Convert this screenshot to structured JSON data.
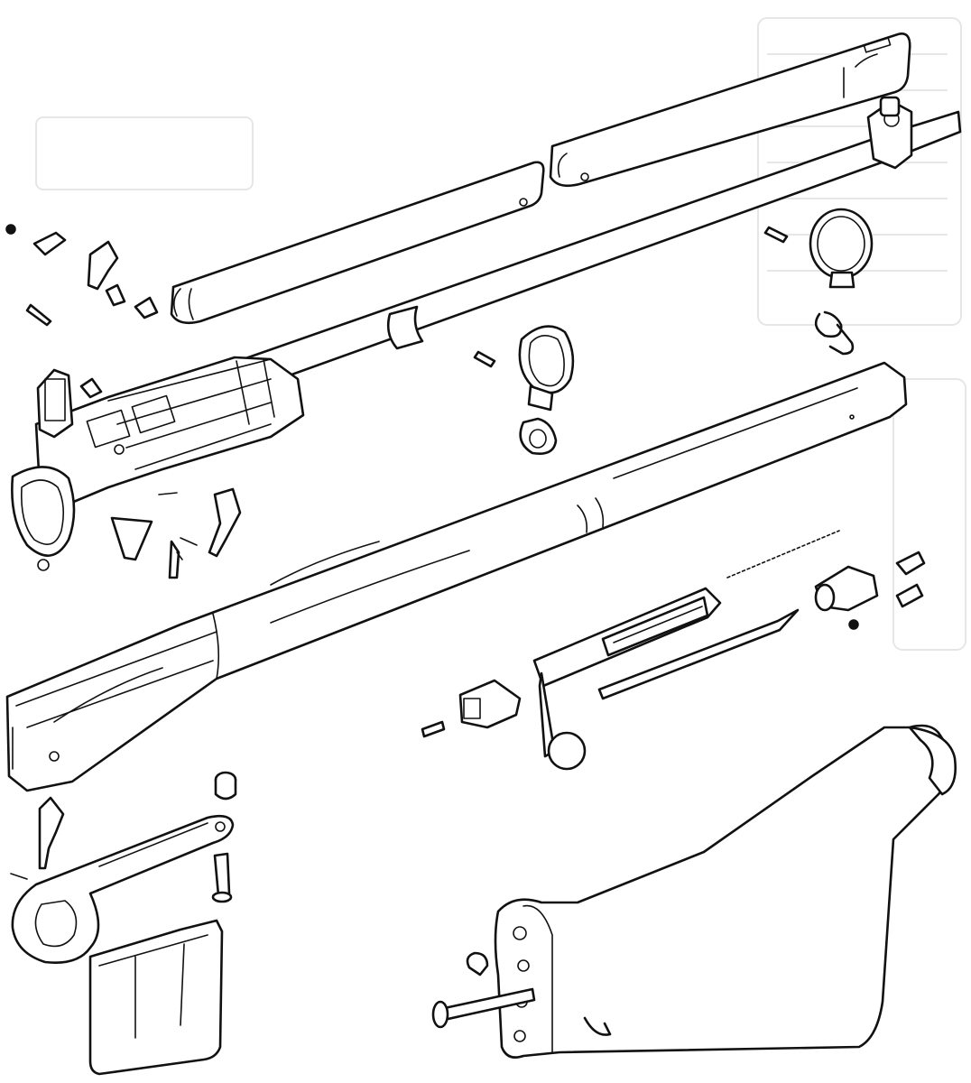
{
  "colors": {
    "ink": "#111111",
    "paper": "#ffffff",
    "bleed_through": "#e6e6e6"
  },
  "parts": [
    {
      "id": "upper-handguard-front",
      "icon": "handguard-icon"
    },
    {
      "id": "upper-handguard-rear",
      "icon": "handguard-icon"
    },
    {
      "id": "rear-handguard",
      "icon": "handguard-icon"
    },
    {
      "id": "barrel-and-receiver",
      "icon": "barrel-icon"
    },
    {
      "id": "front-sight-block",
      "icon": "sight-icon"
    },
    {
      "id": "rear-sight-assembly",
      "icon": "sight-icon"
    },
    {
      "id": "nose-cap-band",
      "icon": "band-icon"
    },
    {
      "id": "middle-band",
      "icon": "band-icon"
    },
    {
      "id": "sling-swivels",
      "icon": "swivel-icon"
    },
    {
      "id": "fore-end-stock",
      "icon": "stock-icon"
    },
    {
      "id": "butt-stock",
      "icon": "buttstock-icon"
    },
    {
      "id": "bolt",
      "icon": "bolt-icon"
    },
    {
      "id": "firing-pin",
      "icon": "firing-pin-icon"
    },
    {
      "id": "main-spring",
      "icon": "spring-icon"
    },
    {
      "id": "cocking-piece",
      "icon": "cocking-piece-icon"
    },
    {
      "id": "extractor",
      "icon": "extractor-icon"
    },
    {
      "id": "trigger-guard",
      "icon": "trigger-guard-icon"
    },
    {
      "id": "trigger",
      "icon": "trigger-icon"
    },
    {
      "id": "magazine",
      "icon": "magazine-icon"
    },
    {
      "id": "sear-and-springs",
      "icon": "sear-icon"
    },
    {
      "id": "screws-and-pins",
      "icon": "screw-icon"
    }
  ]
}
